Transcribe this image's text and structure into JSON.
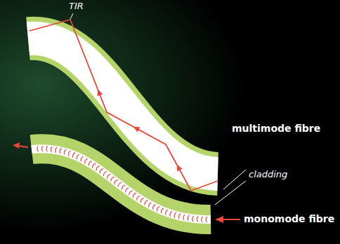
{
  "diagram": {
    "labels": [
      "TIR",
      "multimode fibre",
      "cladding",
      "monomode fibre"
    ]
  }
}
